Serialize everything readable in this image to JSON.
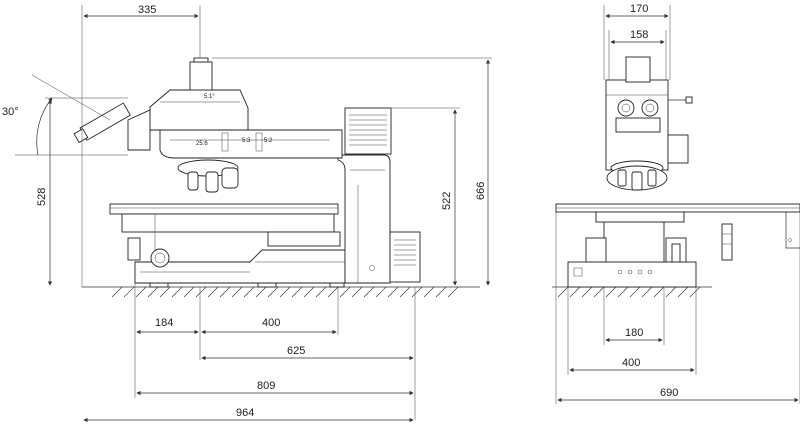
{
  "side_view": {
    "dimensions": {
      "top_width": "335",
      "angle": "30°",
      "height_left": "528",
      "height_right_inner": "522",
      "height_right_outer": "666",
      "bottom_184": "184",
      "bottom_400": "400",
      "bottom_625": "625",
      "bottom_809": "809",
      "bottom_964": "964"
    },
    "marks": {
      "head_label": "5:1°",
      "nosepiece_label": "25:6",
      "knob_label_a": "5:3",
      "knob_label_b": "5:2"
    }
  },
  "front_view": {
    "dimensions": {
      "top_outer": "170",
      "top_inner": "158",
      "base_180": "180",
      "base_400": "400",
      "base_690": "690"
    }
  }
}
